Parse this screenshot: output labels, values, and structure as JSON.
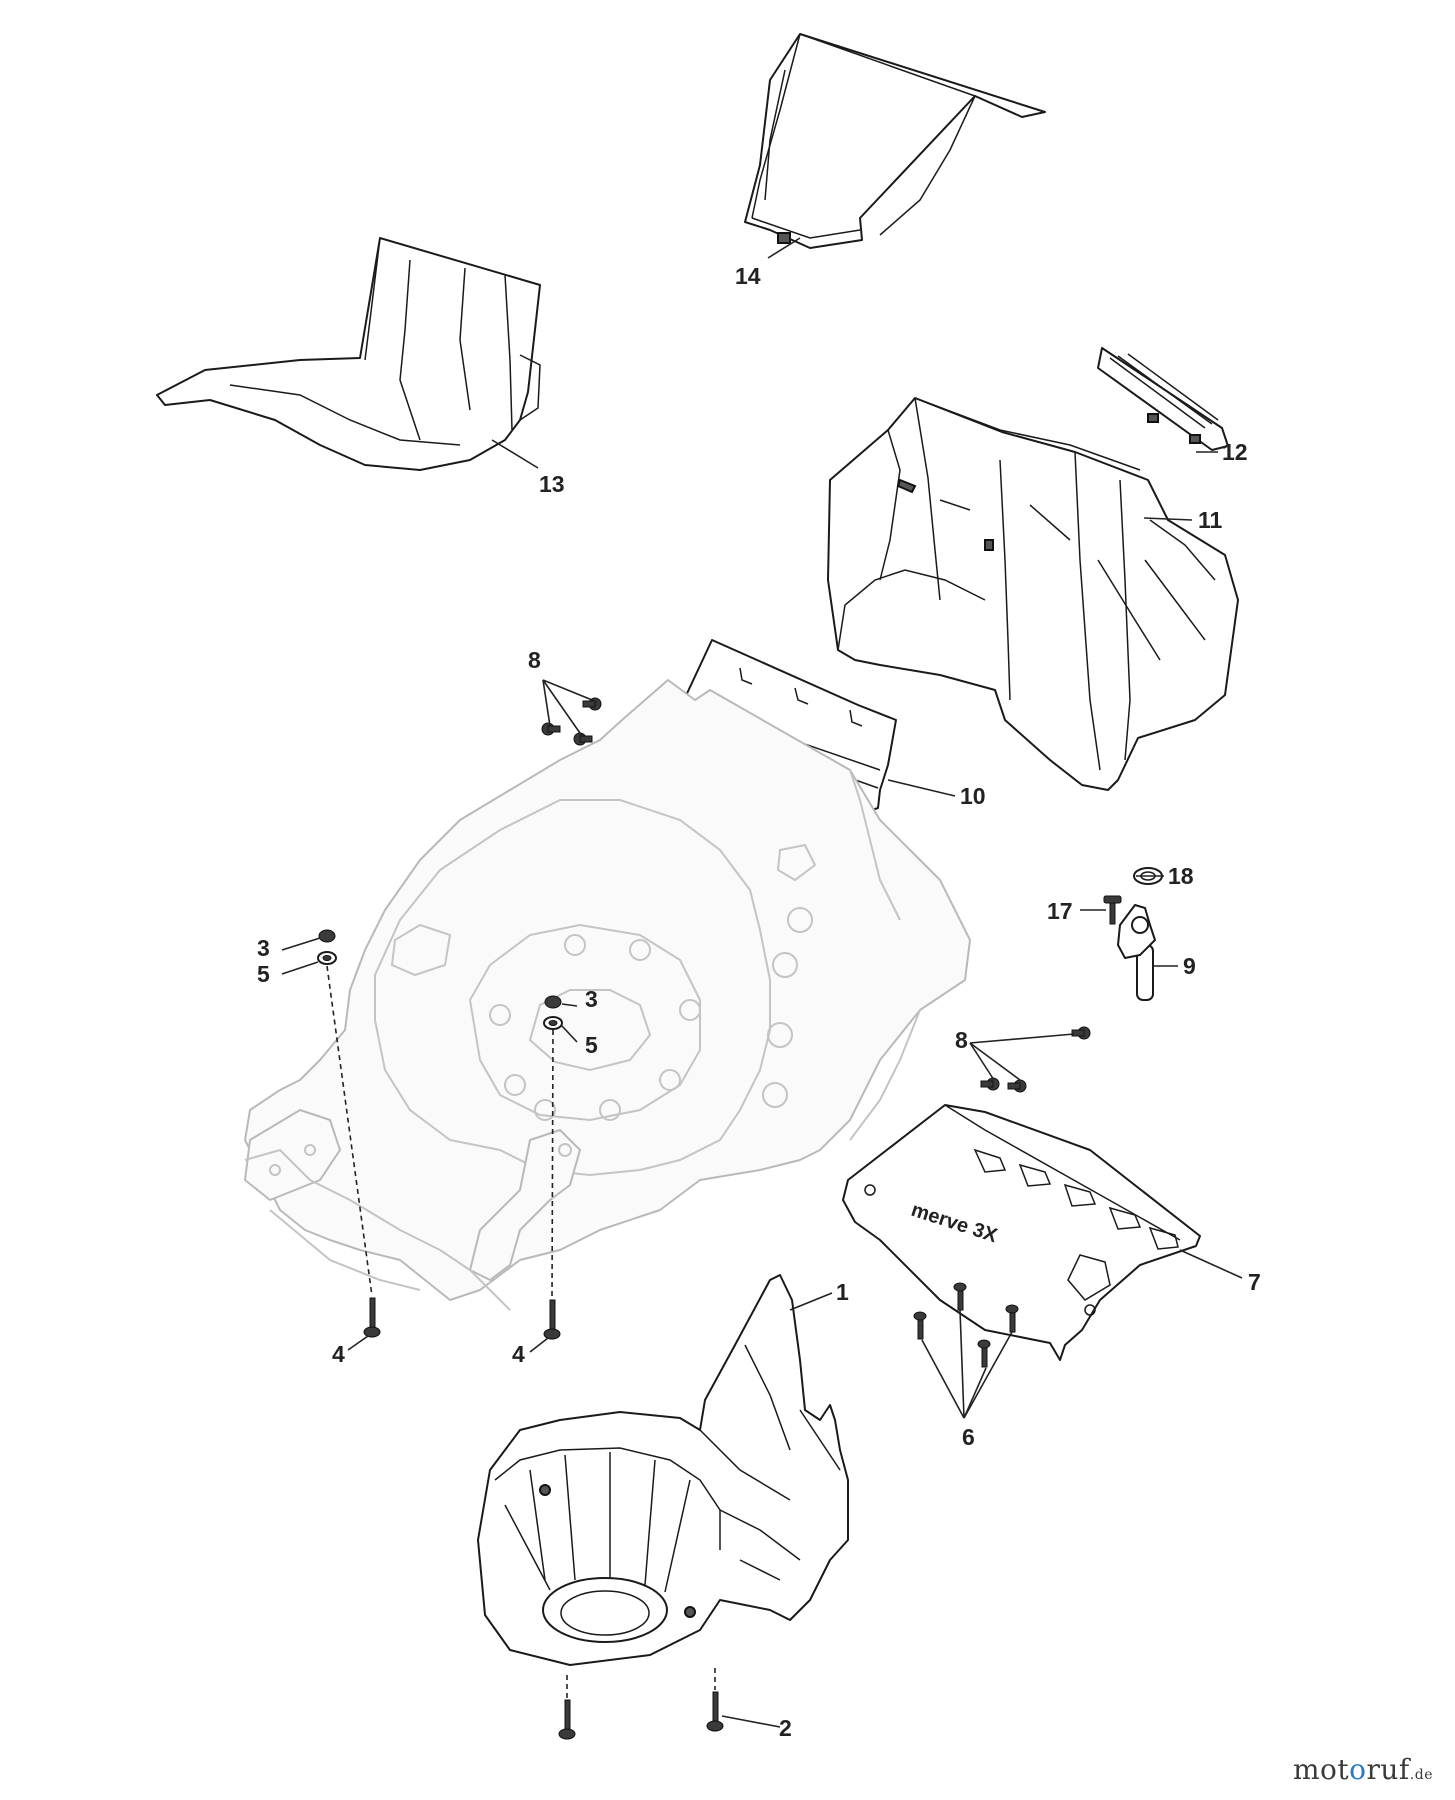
{
  "callouts": {
    "c1": "1",
    "c2": "2",
    "c3a": "3",
    "c3b": "3",
    "c4a": "4",
    "c4b": "4",
    "c5a": "5",
    "c5b": "5",
    "c6": "6",
    "c7": "7",
    "c8a": "8",
    "c8b": "8",
    "c9": "9",
    "c10": "10",
    "c11": "11",
    "c12": "12",
    "c13": "13",
    "c14": "14",
    "c17": "17",
    "c18": "18"
  },
  "plate_text": "merve 3X",
  "watermark": {
    "part1": "mot",
    "part2": "o",
    "part3": "ruf",
    "tld": ".de"
  }
}
